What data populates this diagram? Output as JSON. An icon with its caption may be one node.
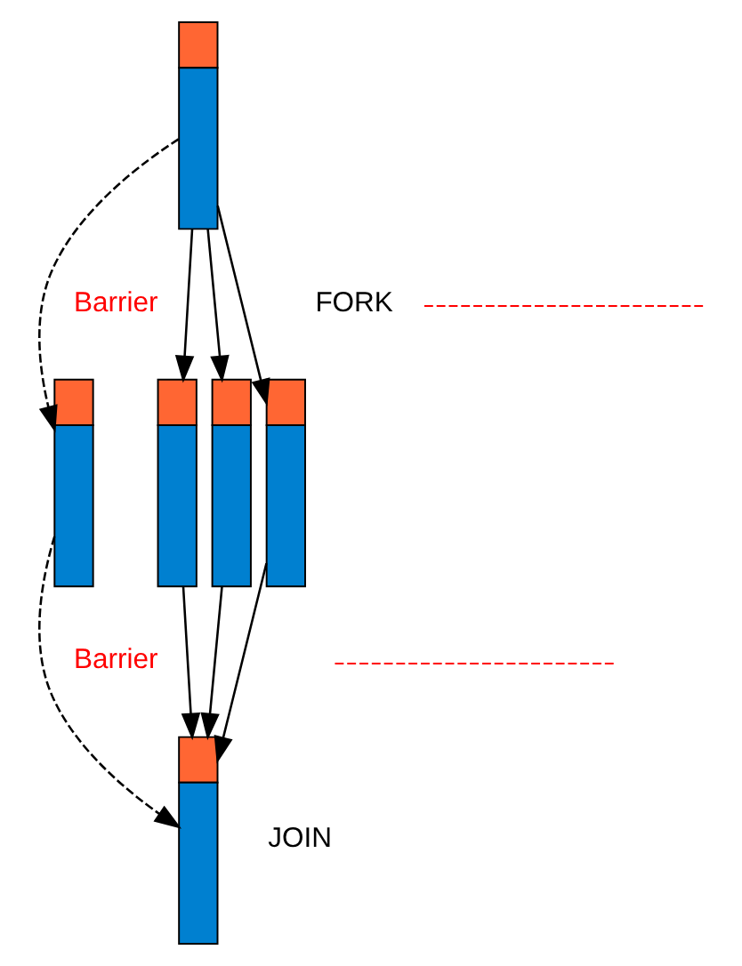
{
  "diagram": {
    "nodes": [
      {
        "text": [],
        "shape": "bar"
      },
      {
        "text": [],
        "shape": "bar"
      },
      {
        "text": [],
        "shape": "bar"
      },
      {
        "text": [],
        "shape": "bar"
      },
      {
        "text": [],
        "shape": "bar"
      },
      {
        "text": [],
        "shape": "bar"
      }
    ],
    "edges": [
      {
        "from": 0,
        "to": 1,
        "arrow": "to",
        "style": "dashed"
      },
      {
        "from": 0,
        "to": 2,
        "arrow": "to"
      },
      {
        "from": 0,
        "to": 3,
        "arrow": "to"
      },
      {
        "from": 0,
        "to": 4,
        "arrow": "to"
      },
      {
        "from": 1,
        "to": 5,
        "arrow": "to",
        "style": "dashed"
      },
      {
        "from": 2,
        "to": 5,
        "arrow": "to"
      },
      {
        "from": 3,
        "to": 5,
        "arrow": "to"
      },
      {
        "from": 4,
        "to": 5,
        "arrow": "to"
      }
    ],
    "labels": [
      "Barrier",
      "FORK",
      "Barrier",
      "JOIN"
    ]
  }
}
